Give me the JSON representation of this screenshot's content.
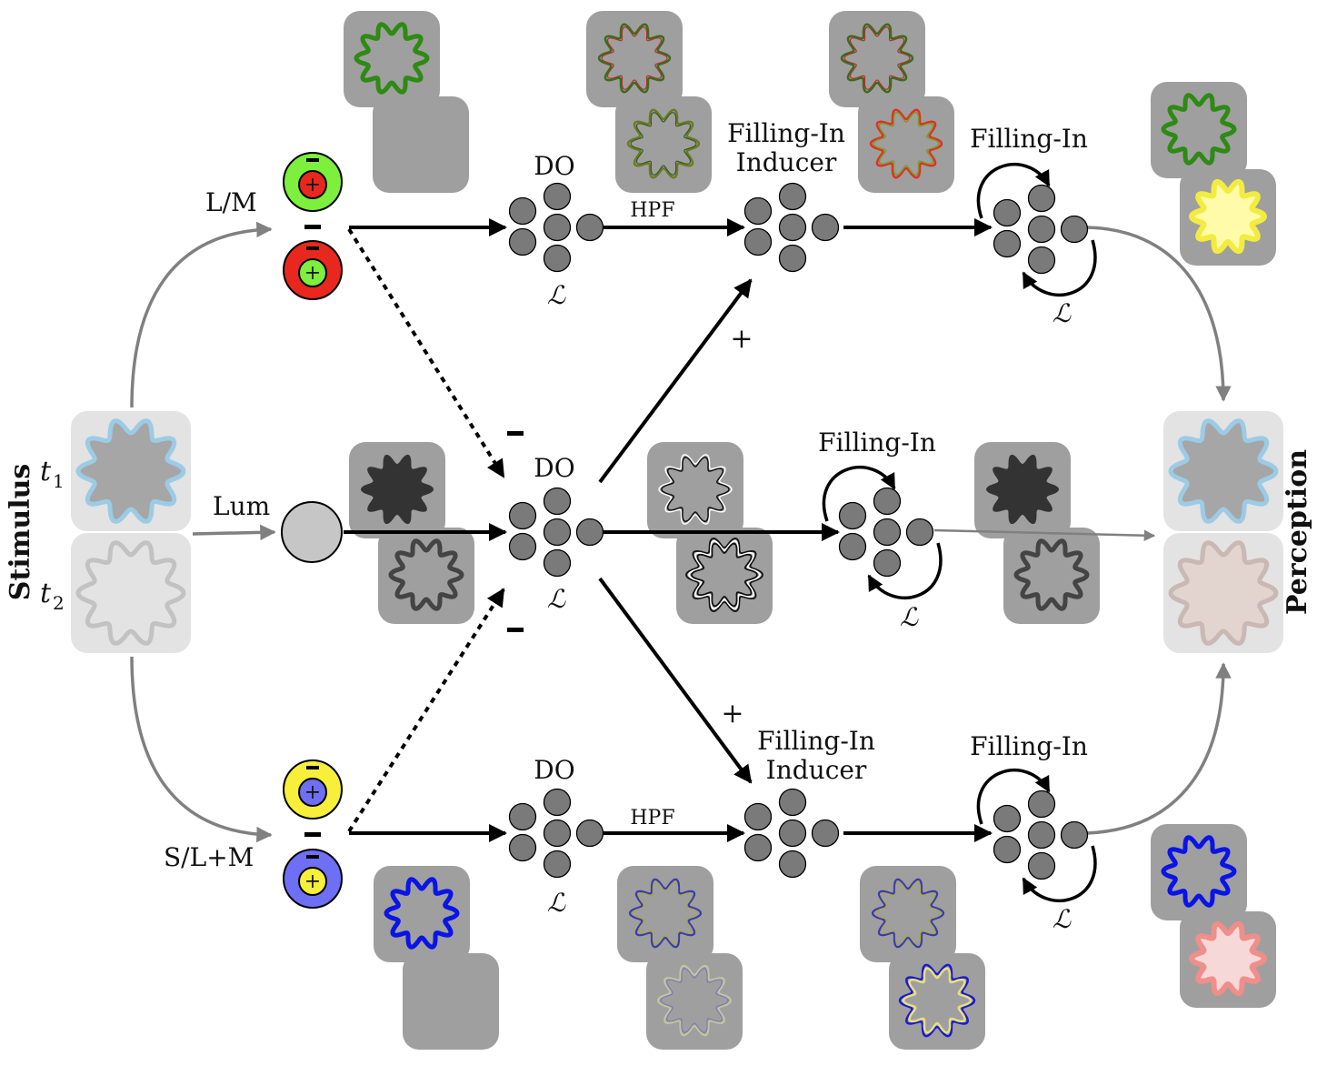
{
  "labels": {
    "stimulus": "Stimulus",
    "perception": "Perception",
    "t1": "t",
    "t1_sub": "1",
    "t2": "t",
    "t2_sub": "2",
    "lm": "L/M",
    "lum": "Lum",
    "slm": "S/L+M",
    "do": "DO",
    "hpf": "HPF",
    "filling_in": "Filling-In",
    "inducer": "Inducer",
    "calL": "ℒ",
    "plus": "+",
    "plus_sign": "+",
    "minus": "–"
  },
  "colors": {
    "green": "#7cf03c",
    "red": "#e8281e",
    "yellow": "#f7ef3a",
    "blue": "#6f6ff5",
    "dark_green": "#2e8a14",
    "deep_blue": "#0a14e6",
    "light_blue": "#9ccbe6",
    "pale_pink": "#efc8c4",
    "soft_yellow": "#fffba8",
    "pink": "#f7d8d8",
    "node_fill": "#7a7a7a",
    "panel_gray": "#9f9f9f",
    "panel_light": "#e3e3e3",
    "arrow_gray": "#808080"
  },
  "nodes": {
    "opponent_cells": [
      "lm-green-center",
      "lm-red-center",
      "sy-yellow-center",
      "sy-blue-center"
    ],
    "groups": [
      "do-top",
      "inducer-top",
      "fillin-top",
      "do-mid",
      "fillin-mid",
      "do-bot",
      "inducer-bot",
      "fillin-bot"
    ]
  }
}
